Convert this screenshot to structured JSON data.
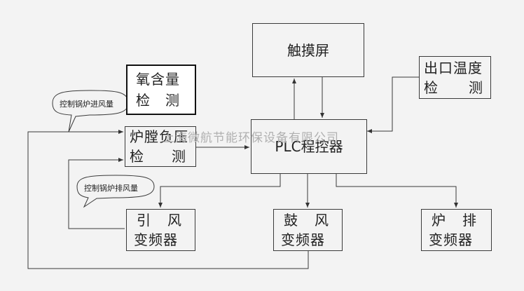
{
  "blocks": {
    "touchscreen": "触摸屏",
    "oxygen": [
      "氧含量",
      "检测"
    ],
    "outlet_temp": [
      "出口温度",
      "检测"
    ],
    "furnace_pressure": [
      "炉膛负压",
      "检测"
    ],
    "plc": "PLC程控器",
    "induced_fan": [
      "引风",
      "变频器"
    ],
    "blower": [
      "鼓风",
      "变频器"
    ],
    "grate": [
      "炉排",
      "变频器"
    ]
  },
  "bubbles": {
    "inlet_air": "控制锅炉进风量",
    "grate": "控制锅炉排风量"
  },
  "watermark": "上海微航节能环保设备有限公司"
}
